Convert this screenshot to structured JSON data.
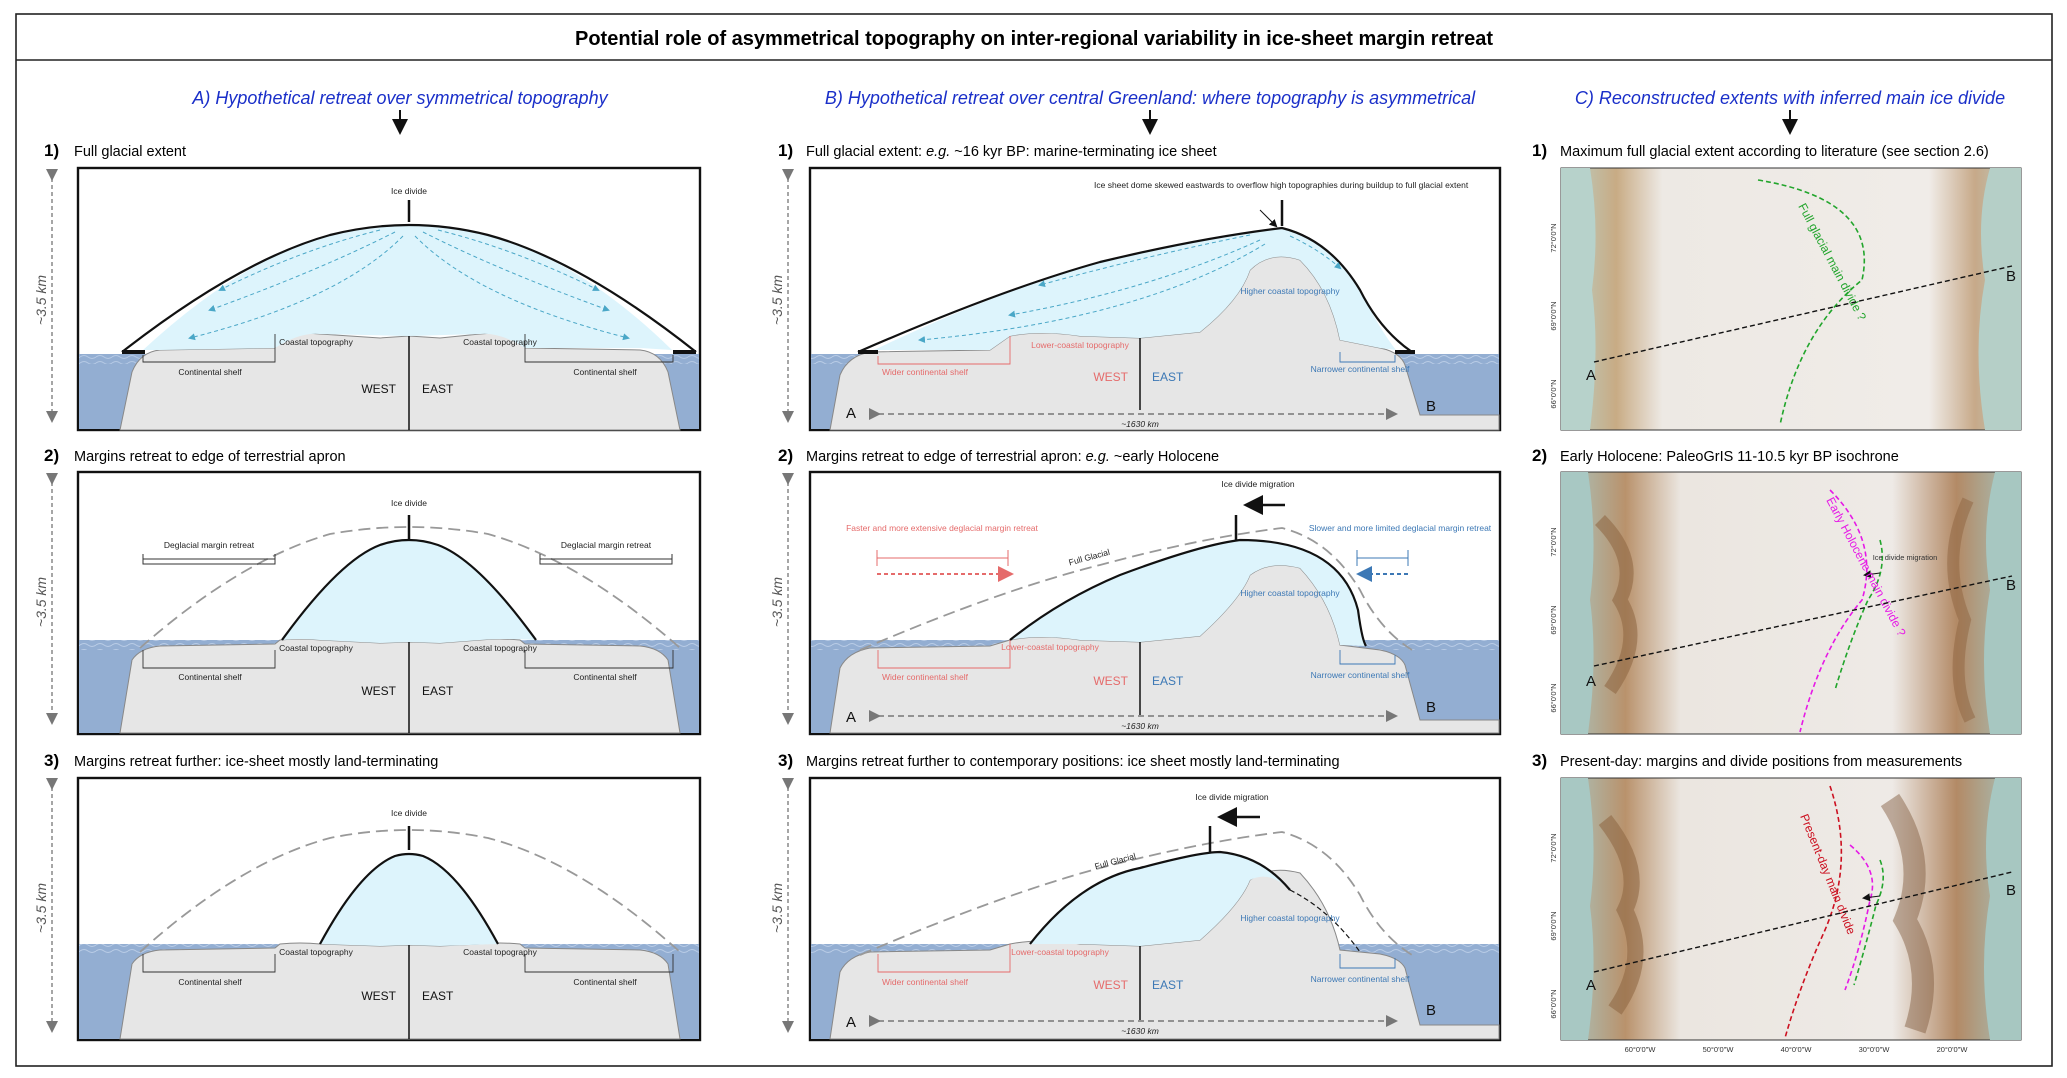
{
  "title": "Potential role of asymmetrical topography on inter-regional variability in ice-sheet margin retreat",
  "columns": [
    {
      "heading": "A) Hypothetical retreat over symmetrical topography",
      "panels": [
        {
          "num": "1)",
          "caption": "Full glacial extent"
        },
        {
          "num": "2)",
          "caption": "Margins retreat to edge of terrestrial apron"
        },
        {
          "num": "3)",
          "caption": "Margins retreat further: ice-sheet mostly land-terminating"
        }
      ]
    },
    {
      "heading": "B) Hypothetical retreat over central Greenland: where topography is asymmetrical",
      "panels": [
        {
          "num": "1)",
          "caption_lead": "Full glacial extent: ",
          "caption_italic": "e.g.",
          "caption_tail": " ~16 kyr BP: marine-terminating ice sheet"
        },
        {
          "num": "2)",
          "caption_lead": "Margins retreat to edge of terrestrial apron: ",
          "caption_italic": "e.g.",
          "caption_tail": " ~early Holocene"
        },
        {
          "num": "3)",
          "caption": "Margins retreat further to contemporary positions: ice sheet mostly land-terminating"
        }
      ]
    },
    {
      "heading": "C) Reconstructed extents with inferred main ice divide",
      "panels": [
        {
          "num": "1)",
          "caption": "Maximum full glacial extent according to literature (see section 2.6)"
        },
        {
          "num": "2)",
          "caption": "Early Holocene: PaleoGrIS 11-10.5 kyr BP isochrone"
        },
        {
          "num": "3)",
          "caption": "Present-day: margins and divide positions from measurements"
        }
      ]
    }
  ],
  "labels": {
    "height": "~3.5 km",
    "ice_divide": "Ice divide",
    "coastal_topography": "Coastal topography",
    "continental_shelf": "Continental shelf",
    "west": "WEST",
    "east": "EAST",
    "deglacial_margin_retreat": "Deglacial margin retreat",
    "dome_note": "Ice sheet dome skewed eastwards to overflow high topographies during buildup to full glacial extent",
    "higher_coastal_topography": "Higher coastal topography",
    "lower_coastal_topography": "Lower-coastal topography",
    "wider_continental_shelf": "Wider continental shelf",
    "narrower_continental_shelf": "Narrower continental shelf",
    "distance": "~1630 km",
    "full_glacial": "Full Glacial",
    "ice_divide_migration": "Ice divide migration",
    "faster_retreat": "Faster and more extensive deglacial margin retreat",
    "slower_retreat": "Slower and more limited deglacial margin retreat",
    "point_a": "A",
    "point_b": "B"
  },
  "map_labels": {
    "full_glacial_divide": "Full glacial main divide ?",
    "early_holocene_divide": "Early Holocene main divide ?",
    "present_day_divide": "Present-day main divide",
    "ice_divide_migration": "Ice divide migration",
    "latitudes": [
      "72°0'0\"N",
      "69°0'0\"N",
      "66°0'0\"N"
    ],
    "longitudes": [
      "60°0'0\"W",
      "50°0'0\"W",
      "40°0'0\"W",
      "30°0'0\"W",
      "20°0'0\"W"
    ]
  },
  "colors": {
    "heading_blue": "#1a2fc9",
    "ice": "#ddf4fc",
    "ocean": "#93aed2",
    "rock": "#e6e6e6",
    "flowline": "#4aa7c7",
    "west_red": "#e56b6b",
    "east_blue": "#3c78b5",
    "divide_green": "#22a52c",
    "divide_magenta": "#e619e6",
    "divide_red": "#cc1020"
  }
}
